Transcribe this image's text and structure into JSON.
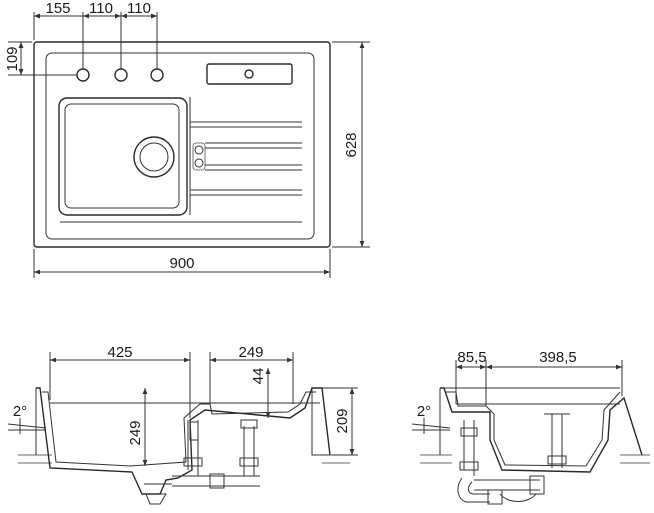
{
  "top_view": {
    "dims": {
      "tap_offset": "155",
      "tap_spacing_1": "110",
      "tap_spacing_2": "110",
      "tap_from_top": "109",
      "depth": "628",
      "width": "900"
    }
  },
  "front_section": {
    "dims": {
      "main_bowl_width": "425",
      "drainer_width": "249",
      "drainer_depth": "44",
      "bowl_depth": "249",
      "overall_height": "209",
      "slope": "2°"
    }
  },
  "side_section": {
    "dims": {
      "front_offset": "85,5",
      "bowl_length": "398,5",
      "slope": "2°"
    }
  }
}
